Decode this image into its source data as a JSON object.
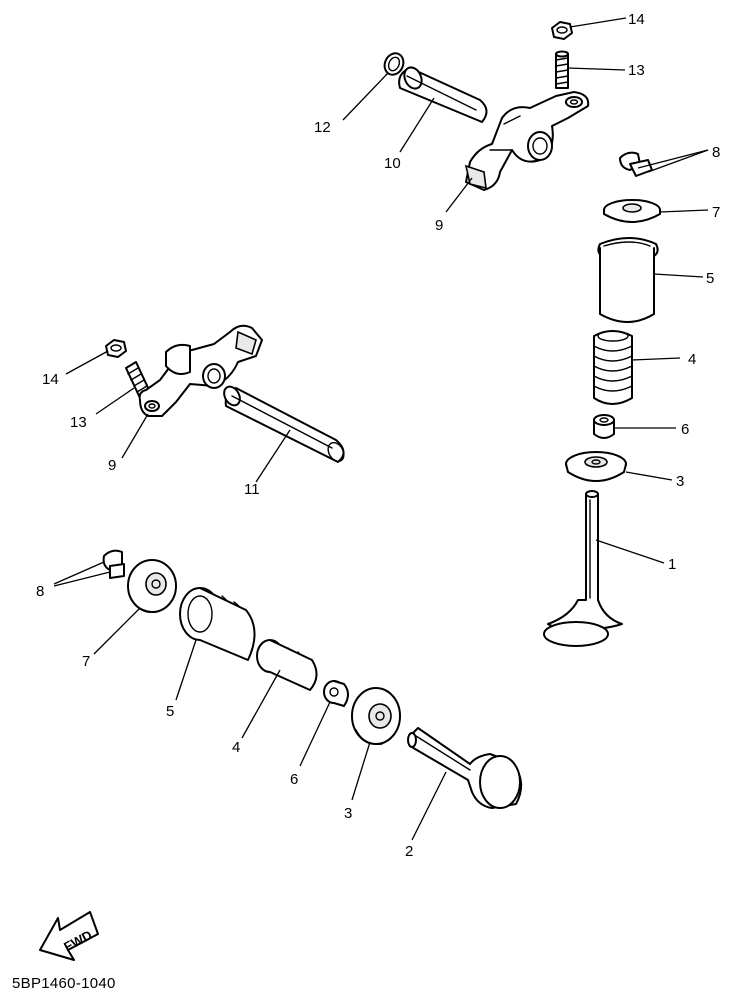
{
  "diagram": {
    "callouts": [
      "1",
      "2",
      "3",
      "3",
      "4",
      "4",
      "5",
      "5",
      "6",
      "6",
      "7",
      "7",
      "8",
      "8",
      "9",
      "9",
      "10",
      "11",
      "12",
      "13",
      "13",
      "14",
      "14"
    ],
    "fwd_label": "FWD",
    "drawing_code": "5BP1460-1040"
  }
}
